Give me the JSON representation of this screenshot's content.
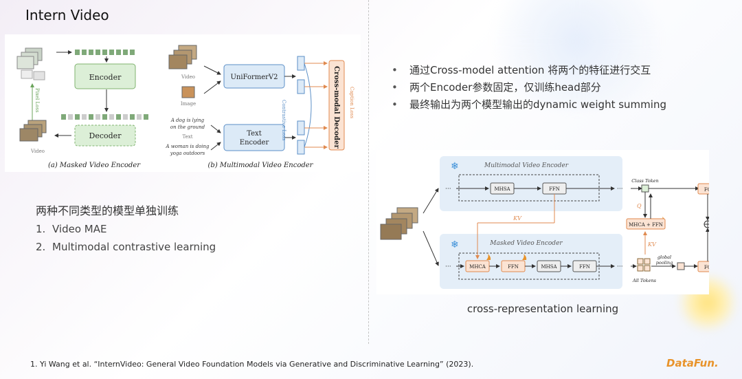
{
  "slide": {
    "title": "Intern Video",
    "subtitle": "两种不同类型的模型单独训练",
    "numbered_list": [
      {
        "num": "1.",
        "text": "Video MAE"
      },
      {
        "num": "2.",
        "text": "Multimodal contrastive learning"
      }
    ],
    "bullets": [
      "通过Cross-model attention 将两个的特征进行交互",
      "两个Encoder参数固定，仅训练head部分",
      "最终输出为两个模型输出的dynamic weight summing"
    ],
    "right_caption": "cross-representation learning",
    "footnote": "1.    Yi Wang et al. “InternVideo: General Video Foundation Models via Generative and Discriminative Learning” (2023).",
    "logo": "DataFun."
  },
  "left_figure": {
    "encoder": "Encoder",
    "decoder": "Decoder",
    "pixel_loss": "Pixel Loss",
    "video_a": "Video",
    "caption_a": "(a) Masked Video Encoder",
    "video_b": "Video",
    "image_b": "Image",
    "uniformer": "UniFormerV2",
    "text_encoder_1": "Text",
    "text_encoder_2": "Encoder",
    "text_1": "A dog is lying",
    "text_2": "on the ground",
    "text_label": "Text",
    "text_3": "A woman is doing",
    "text_4": "yoga outdoors",
    "contrastive": "Contrastive Loss",
    "cross_modal": "Cross-modal Decoder",
    "caption_loss": "Caption Loss",
    "caption_b": "(b) Multimodal Video Encoder"
  },
  "right_figure": {
    "mm_title": "Multimodal Video Encoder",
    "masked_title": "Masked Video Encoder",
    "mhsa_top": "MHSA",
    "ffn_top": "FFN",
    "class_token": "Class Token",
    "fc_top": "FC",
    "fc_bottom": "FC",
    "q_label": "Q",
    "kv_left": "KV",
    "kv_right": "KV",
    "mhca_ffn": "MHCA + FFN",
    "mhca": "MHCA",
    "ffn_b1": "FFN",
    "mhsa_b": "MHSA",
    "ffn_b2": "FFN",
    "global": "global",
    "pooling": "pooling",
    "all_tokens": "All Tokens",
    "dots": "···",
    "snowflake": "❄"
  },
  "colors": {
    "green_fill": "#dcefd7",
    "green_stroke": "#7fb36f",
    "blue_fill": "#dceaf7",
    "blue_stroke": "#5b8fc7",
    "orange_fill": "#fbe3d3",
    "orange_stroke": "#e08a4f",
    "panel_blue": "#e4eef8",
    "accent_orange": "#e8932a"
  }
}
